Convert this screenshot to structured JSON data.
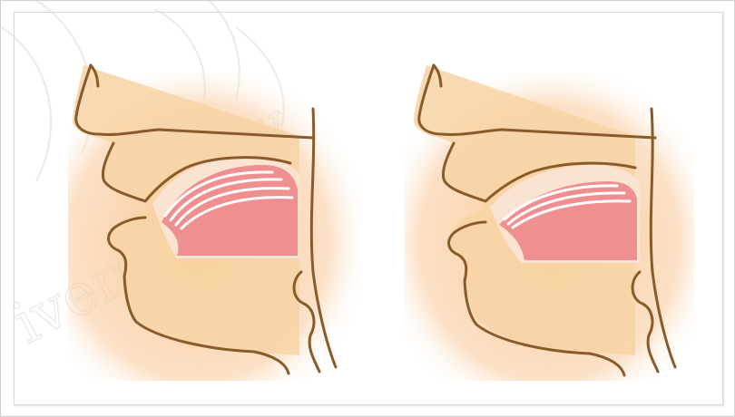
{
  "figure": {
    "panels": [
      {
        "name": "left",
        "tongue_position": "raised"
      },
      {
        "name": "right",
        "tongue_position": "lowered"
      }
    ]
  },
  "watermark": {
    "description_text": "University",
    "visible_fragments": [
      "ivers",
      "ity"
    ]
  },
  "colors": {
    "skin": "#f7d3a4",
    "skin_glow": "#f9c28a",
    "outline": "#8a5b2a",
    "tongue": "#ef8f8f",
    "tongue_highlight": "#ffffff",
    "mouth_cavity": "#fbe3d1",
    "watermark": "#d9d9d9"
  }
}
